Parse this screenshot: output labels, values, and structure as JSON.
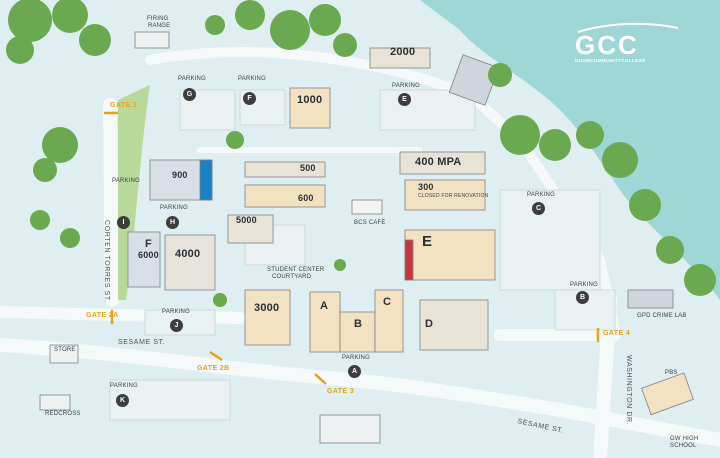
{
  "logo": {
    "letters": "GCC",
    "name": "GUAMCOMMUNITYCOLLEGE"
  },
  "colors": {
    "water": "#9fd6d6",
    "land": "#dfeff1",
    "road": "#f3f6f6",
    "tree": "#6aa94f",
    "gate": "#e4a417",
    "parking_pin": "#3d3d3d",
    "accent_blue": "#1a82c4"
  },
  "buildings": {
    "b2000": "2000",
    "b1000": "1000",
    "b400": "400 MPA",
    "b300": "300",
    "b300_note": "CLOSED FOR RENOVATION",
    "b500": "500",
    "b600": "600",
    "b900": "900",
    "b5000": "5000",
    "b4000": "4000",
    "bF": "F",
    "b6000": "6000",
    "b3000": "3000",
    "bA": "A",
    "bB": "B",
    "bC": "C",
    "bD": "D",
    "bE": "E"
  },
  "parking": {
    "label": "PARKING",
    "lots": [
      "G",
      "F",
      "E",
      "I",
      "H",
      "C",
      "B",
      "J",
      "A",
      "K"
    ]
  },
  "gates": [
    "GATE 1",
    "GATE 2A",
    "GATE 2B",
    "GATE 3",
    "GATE 4"
  ],
  "places": {
    "firing_range": [
      "FIRING",
      "RANGE"
    ],
    "bcs_cafe": "BCS CAFE",
    "courtyard": [
      "STUDENT CENTER",
      "COURTYARD"
    ],
    "store": "STORE",
    "redcross": "REDCROSS",
    "gpd": "GPD CRIME LAB",
    "pbs": "PBS",
    "gw": [
      "GW HIGH",
      "SCHOOL"
    ]
  },
  "roads": {
    "corten": "CORTEN TORRES ST.",
    "sesame1": "SESAME ST.",
    "sesame2": "SESAME ST.",
    "washington": "WASHINGTON DR."
  }
}
